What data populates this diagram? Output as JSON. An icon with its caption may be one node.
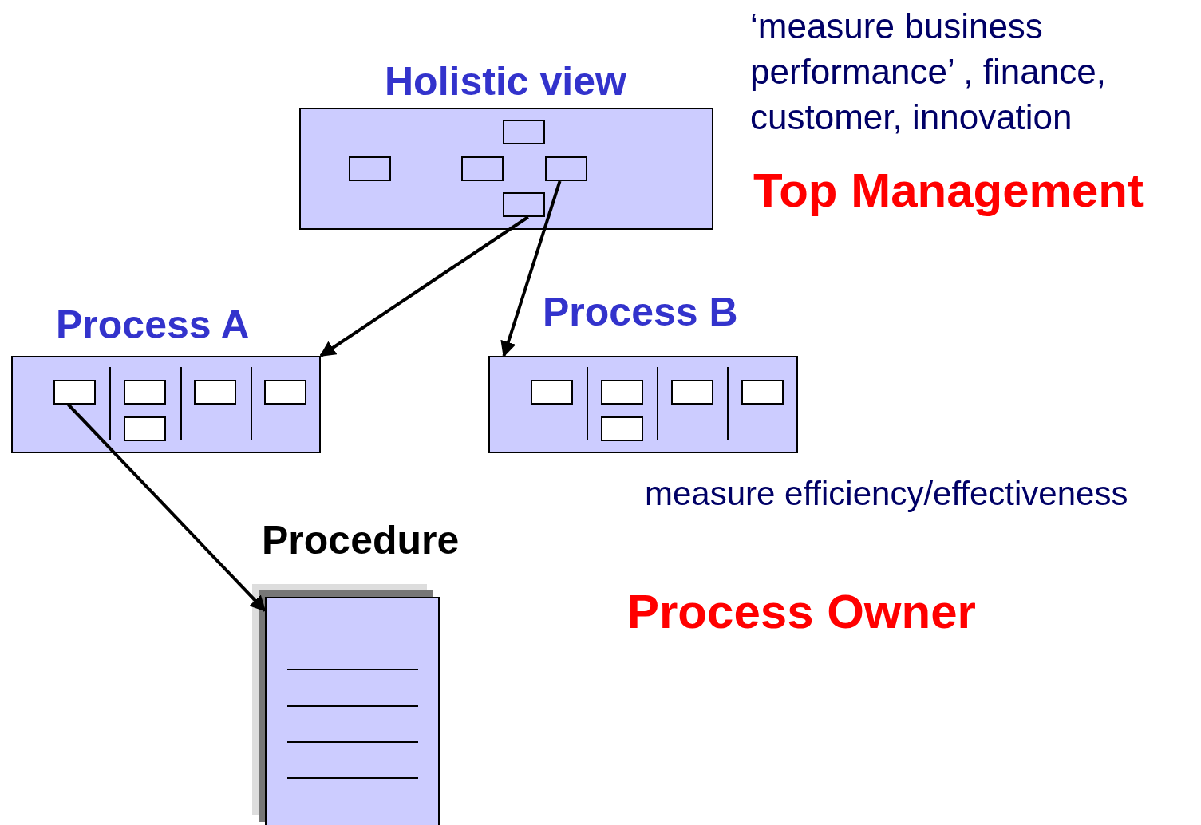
{
  "diagram": {
    "nodes": [
      {
        "text": [
          "Holistic view"
        ]
      },
      {
        "text": [],
        "shape": "box",
        "in": 0
      },
      {
        "text": [],
        "shape": "box",
        "in": 0
      },
      {
        "text": [],
        "shape": "box",
        "in": 0
      },
      {
        "text": [],
        "shape": "box",
        "in": 0
      },
      {
        "text": [],
        "shape": "box",
        "in": 0
      },
      {
        "text": [
          "Process A"
        ]
      },
      {
        "text": [],
        "shape": "box",
        "in": 6
      },
      {
        "text": [],
        "shape": "box",
        "in": 6
      },
      {
        "text": [],
        "shape": "box",
        "in": 6
      },
      {
        "text": [],
        "shape": "box",
        "in": 6
      },
      {
        "text": [],
        "shape": "box",
        "in": 6
      },
      {
        "text": [
          "Process B"
        ]
      },
      {
        "text": [],
        "shape": "box",
        "in": 12
      },
      {
        "text": [],
        "shape": "box",
        "in": 12
      },
      {
        "text": [],
        "shape": "box",
        "in": 12
      },
      {
        "text": [],
        "shape": "box",
        "in": 12
      },
      {
        "text": [],
        "shape": "box",
        "in": 12
      },
      {
        "text": [
          "Procedure"
        ]
      }
    ],
    "edges": [
      {
        "from": 5,
        "to": 6,
        "arrow": "to"
      },
      {
        "from": 4,
        "to": 12,
        "arrow": "to"
      },
      {
        "from": 7,
        "to": 18,
        "arrow": "to"
      }
    ],
    "labels": [
      "‘measure business performance’ , finance, customer, innovation",
      "Top Management",
      "measure efficiency/effectiveness",
      "Process Owner"
    ]
  }
}
